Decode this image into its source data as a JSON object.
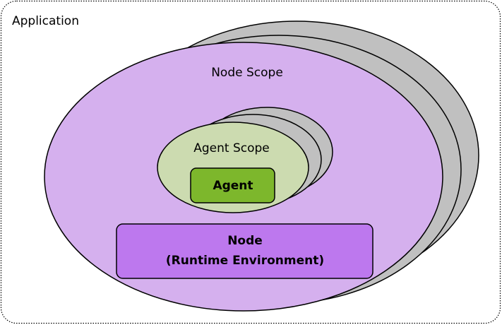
{
  "application": {
    "label": "Application"
  },
  "node_scope": {
    "label": "Node Scope"
  },
  "agent_scope": {
    "label": "Agent Scope"
  },
  "agent": {
    "label": "Agent"
  },
  "node": {
    "label_line1": "Node",
    "label_line2": "(Runtime Environment)"
  },
  "colors": {
    "application_border": "#000000",
    "stack_gray": "#c0c0c0",
    "node_scope_fill": "#d5b0ee",
    "agent_scope_fill": "#ccdbb0",
    "agent_fill": "#7db72c",
    "node_fill": "#bd78ee",
    "stroke": "#000000"
  }
}
